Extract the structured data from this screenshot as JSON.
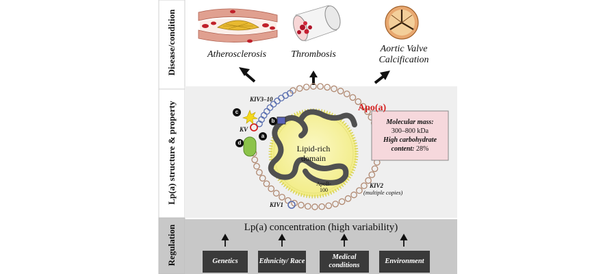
{
  "sections": {
    "disease": "Disease/condition",
    "structure": "Lp(a) structure & property",
    "regulation": "Regulation"
  },
  "diseases": [
    {
      "label": "Atherosclerosis"
    },
    {
      "label": "Thrombosis"
    },
    {
      "label": "Aortic Valve Calcification"
    }
  ],
  "structure": {
    "apo_label": "Apo(a)",
    "core_line1": "Lipid-rich",
    "core_line2": "domain",
    "apob_line1": "ApoB-",
    "apob_line2": "100",
    "kiv3_10": "KIV3–10",
    "kv": "KV",
    "kiv2": "KIV2",
    "kiv2_note": "(multiple copies)",
    "kiv1": "KIV1",
    "badges": [
      "a",
      "b",
      "c",
      "d"
    ]
  },
  "info_box": {
    "mass_label": "Molecular mass:",
    "mass_value": "300–800 kDa",
    "carb_label": "High carbohydrate",
    "carb_label2": "content:",
    "carb_value": "28%"
  },
  "regulation": {
    "title": "Lp(a) concentration (high variability)",
    "factors": [
      "Genetics",
      "Ethnicity/ Race",
      "Medical conditions",
      "Environment"
    ]
  },
  "colors": {
    "apo_red": "#d42020",
    "core_yellow": "#f7f29a",
    "spike_yellow": "#d8d44a",
    "info_pink": "#f6d8dc",
    "kringle_brown": "#b08870",
    "kringle_blue": "#5a6fb0",
    "panel_gray": "#efefef",
    "reg_gray": "#c8c8c8",
    "box_dark": "#3a3a3a"
  }
}
